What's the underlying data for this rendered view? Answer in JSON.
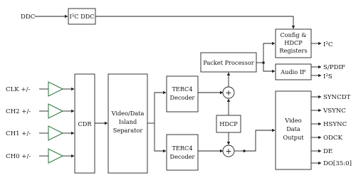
{
  "inputs": {
    "ddc": "DDC",
    "clk": "CLK +/-",
    "ch2": "CH2 +/-",
    "ch1": "CH1 +/-",
    "ch0": "CH0 +/-"
  },
  "blocks": {
    "i2c_ddc": {
      "prefix": "I",
      "sup": "2",
      "suffix": "C DDC"
    },
    "config": {
      "line1": "Config &",
      "line2": "HDCP",
      "line3": "Registers"
    },
    "packet_processor": "Packet Processor",
    "audio_if": "Audio IF",
    "cdr": "CDR",
    "separator": {
      "line1": "Video/Data",
      "line2": "Island",
      "line3": "Separator"
    },
    "terc4_top": {
      "line1": "TERC4",
      "line2": "Decoder"
    },
    "terc4_bottom": {
      "line1": "TERC4",
      "line2": "Decoder"
    },
    "hdcp": "HDCP",
    "video_output": {
      "line1": "Video",
      "line2": "Data",
      "line3": "Output"
    }
  },
  "outputs": {
    "i2c": {
      "prefix": "I",
      "sup": "2",
      "suffix": "C"
    },
    "spdif": "S/PDIF",
    "i2s": {
      "prefix": "I",
      "sup": "2",
      "suffix": "S"
    },
    "syncdt": "SYNCDT",
    "vsync": "VSYNC",
    "hsync": "HSYNC",
    "odck": "ODCK",
    "de": "DE",
    "do": "DO[35:0]"
  },
  "colors": {
    "line": "#222222",
    "buffer_outline": "#2a6f3a",
    "background": "#ffffff"
  }
}
